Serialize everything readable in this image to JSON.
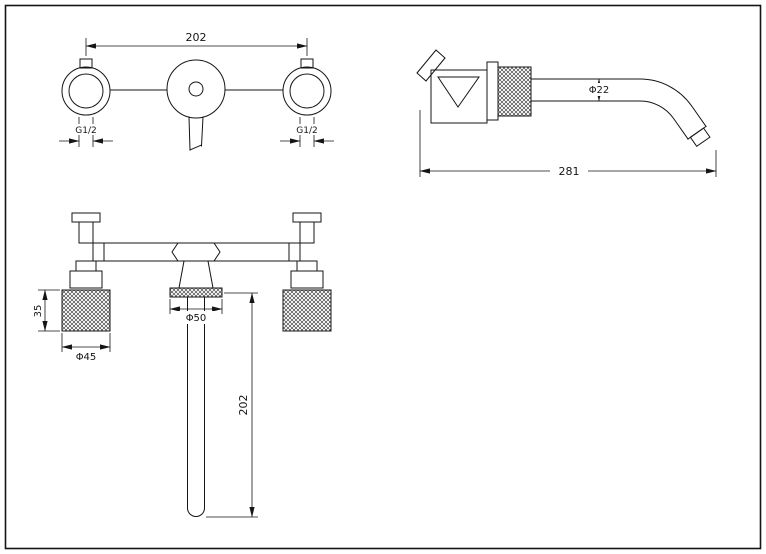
{
  "drawing": {
    "colors": {
      "line": "#151515",
      "background": "#ffffff"
    },
    "front_view": {
      "width_dim": "202",
      "left_thread": "G1/2",
      "right_thread": "G1/2"
    },
    "side_view": {
      "spout_diameter": "Φ22",
      "spout_reach": "281"
    },
    "plan_view": {
      "valve_height": "35",
      "handle_diameter": "Φ45",
      "escutcheon_diameter": "Φ50",
      "spout_length": "202"
    }
  }
}
